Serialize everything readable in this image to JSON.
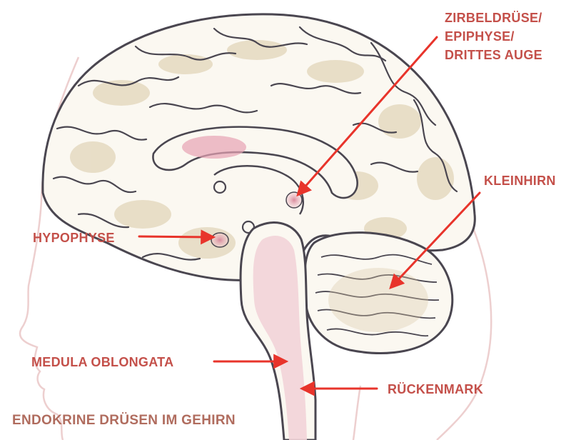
{
  "colors": {
    "brain_outline": "#4a4650",
    "brain_fill": "#fbf8f1",
    "shade": "#d9c9a6",
    "glands": "#e2a7b4",
    "spinal": "#f2d3d8",
    "arrows": "#e8342b",
    "label_text": "#c4504a",
    "caption_text": "#b06c5e",
    "head_outline": "#edcfcf"
  },
  "labels": {
    "pineal": [
      "ZIRBELDRÜSE/",
      "EPIPHYSE/",
      "DRITTES AUGE"
    ],
    "cerebellum": "KLEINHIRN",
    "pituitary": "HYPOPHYSE",
    "medulla": "MEDULA OBLONGATA",
    "spinal_cord": "RÜCKENMARK"
  },
  "caption": "ENDOKRINE DRÜSEN IM GEHIRN"
}
